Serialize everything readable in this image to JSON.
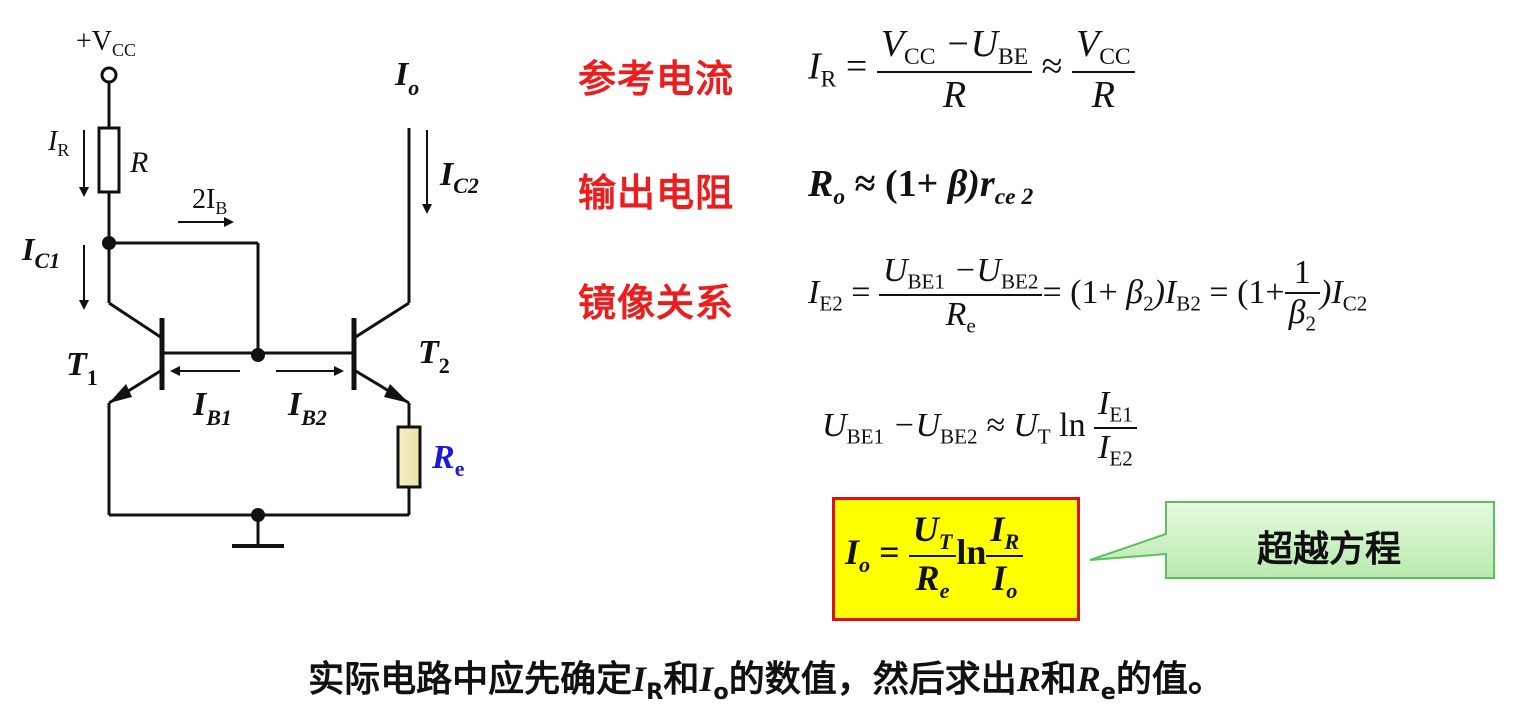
{
  "circuit": {
    "vcc_label": "+V",
    "vcc_sub": "CC",
    "ir_label": "I",
    "ir_sub": "R",
    "r_label": "R",
    "two_ib_label": "2I",
    "two_ib_sub": "B",
    "ic1_label": "I",
    "ic1_sub": "C1",
    "io_label": "I",
    "io_sub": "o",
    "ic2_label": "I",
    "ic2_sub": "C2",
    "t1_label": "T",
    "t1_sub": "1",
    "t2_label": "T",
    "t2_sub": "2",
    "ib1_label": "I",
    "ib1_sub": "B1",
    "ib2_label": "I",
    "ib2_sub": "B2",
    "re_label": "R",
    "re_sub": "e"
  },
  "labels": {
    "reference_current": "参考电流",
    "output_resistance": "输出电阻",
    "mirror_relation": "镜像关系"
  },
  "equations": {
    "eq1_left": "I",
    "eq1_left_sub": "R",
    "eq1_num": "V",
    "eq1_num_sub": "CC",
    "eq1_minus": " −U",
    "eq1_num_sub2": "BE",
    "eq1_den": "R",
    "eq1_approx_num": "V",
    "eq1_approx_num_sub": "CC",
    "eq1_approx_den": "R",
    "eq2_text_left": "R",
    "eq2_sub": "o",
    "eq2_mid": " ≈ (1+ ",
    "eq2_beta": "β",
    "eq2_right": ")r",
    "eq2_right_sub": "ce 2",
    "eq3_left": "I",
    "eq3_left_sub": "E2",
    "eq3_num1": "U",
    "eq3_num1_sub": "BE1",
    "eq3_num2": " −U",
    "eq3_num2_sub": "BE2",
    "eq3_den": "R",
    "eq3_den_sub": "e",
    "eq3_part2": "= (1+ ",
    "eq3_beta2": "β",
    "eq3_beta2_sub": "2",
    "eq3_part2b": ")I",
    "eq3_part2b_sub": "B2",
    "eq3_part3": "= (1+",
    "eq3_frac_num": "1",
    "eq3_frac_den": "β",
    "eq3_frac_den_sub": "2",
    "eq3_part3b": ")I",
    "eq3_part3b_sub": "C2",
    "eq4_left1": "U",
    "eq4_left1_sub": "BE1",
    "eq4_left2": " −U",
    "eq4_left2_sub": "BE2",
    "eq4_mid": " ≈ U",
    "eq4_mid_sub": "T",
    "eq4_ln": " ln",
    "eq4_num": "I",
    "eq4_num_sub": "E1",
    "eq4_den": "I",
    "eq4_den_sub": "E2",
    "box_left": "I",
    "box_left_sub": "o",
    "box_eq": " = ",
    "box_num": "U",
    "box_num_sub": "T",
    "box_den": "R",
    "box_den_sub": "e",
    "box_ln": "ln",
    "box_num2": "I",
    "box_num2_sub": "R",
    "box_den2": "I",
    "box_den2_sub": "o"
  },
  "callout_text": "超越方程",
  "bottom_note": {
    "part1": "实际电路中应先确定",
    "ir": "I",
    "ir_sub": "R",
    "and1": "和",
    "io": "I",
    "io_sub": "o",
    "part2": "的数值，然后求出",
    "r": "R",
    "and2": "和",
    "re": "R",
    "re_sub": "e",
    "part3": "的值。"
  },
  "colors": {
    "label_red": "#ee1c1c",
    "re_label_blue": "#1a1adc",
    "box_fill": "#ffff00",
    "box_border": "#e01010",
    "callout_fill": "#c8f2c0"
  }
}
